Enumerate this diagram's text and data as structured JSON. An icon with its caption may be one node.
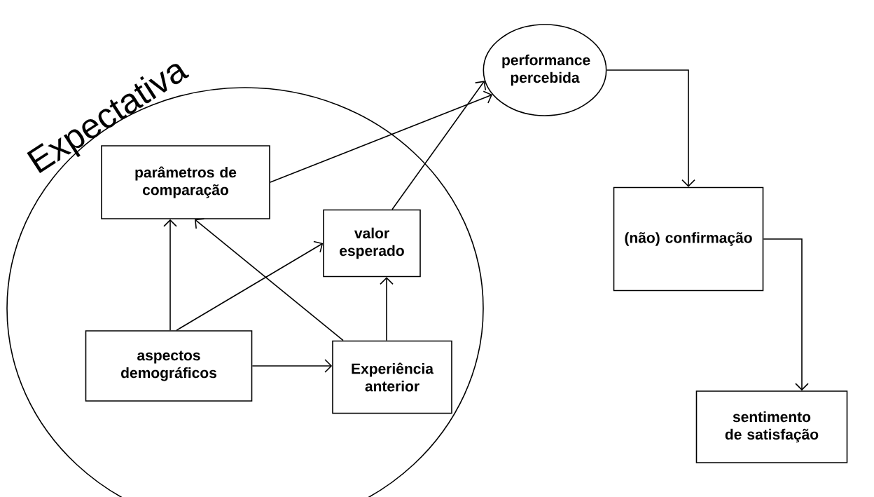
{
  "diagram": {
    "nodes": [
      {
        "text": [
          "Expectativa"
        ]
      },
      {
        "text": [
          "parâmetros de comparação"
        ],
        "in": 0
      },
      {
        "text": [
          "valor esperado"
        ],
        "in": 0
      },
      {
        "text": [
          "aspectos demográficos"
        ],
        "in": 0
      },
      {
        "text": [
          "Experiência anterior"
        ],
        "in": 0
      },
      {
        "text": [
          "performance percebida"
        ]
      },
      {
        "text": [
          "(não) confirmação"
        ]
      },
      {
        "text": [
          "sentimento de satisfação"
        ]
      }
    ],
    "edges": [
      {
        "from": 3,
        "to": 1,
        "arrow": "to"
      },
      {
        "from": 3,
        "to": 2,
        "arrow": "to"
      },
      {
        "from": 3,
        "to": 4,
        "arrow": "to"
      },
      {
        "from": 4,
        "to": 1,
        "arrow": "to"
      },
      {
        "from": 4,
        "to": 2,
        "arrow": "to"
      },
      {
        "from": 1,
        "to": 5,
        "arrow": "to"
      },
      {
        "from": 2,
        "to": 5,
        "arrow": "to"
      },
      {
        "from": 5,
        "to": 6,
        "arrow": "to"
      },
      {
        "from": 6,
        "to": 7,
        "arrow": "to"
      }
    ]
  }
}
